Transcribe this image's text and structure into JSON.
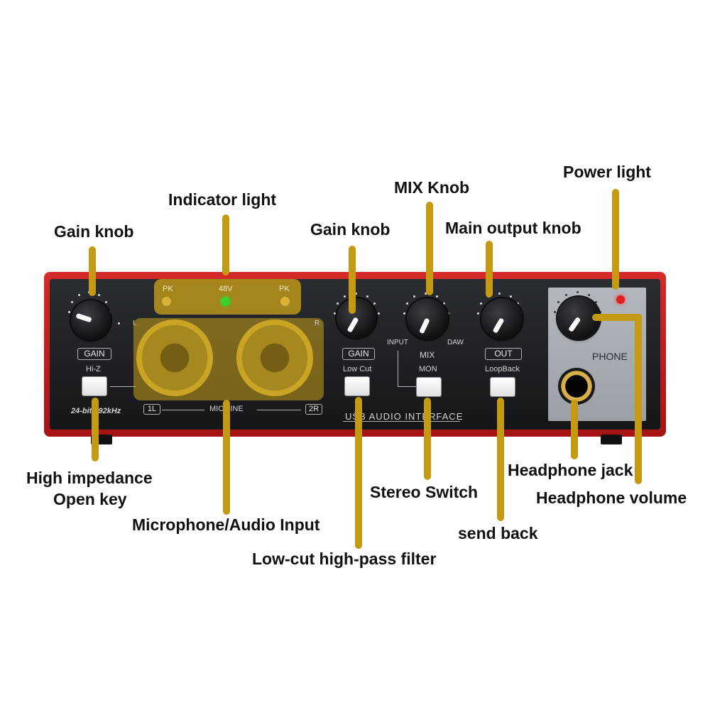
{
  "callouts": {
    "power_light": "Power light",
    "indicator_light": "Indicator light",
    "mix_knob": "MIX Knob",
    "gain_knob_left": "Gain knob",
    "gain_knob_right": "Gain knob",
    "main_output_knob": "Main output knob",
    "high_impedance_line1": "High impedance",
    "high_impedance_line2": "Open key",
    "mic_audio_input": "Microphone/Audio Input",
    "low_cut_filter": "Low-cut high-pass filter",
    "stereo_switch": "Stereo Switch",
    "send_back": "send back",
    "headphone_jack": "Headphone jack",
    "headphone_volume": "Headphone volume"
  },
  "device": {
    "pk_left": "PK",
    "v48": "48V",
    "pk_right": "PK",
    "l_mark": "L",
    "r_mark": "R",
    "gain_label": "GAIN",
    "gain_label_2": "GAIN",
    "hiz_label": "Hi-Z",
    "lowcut_label": "Low Cut",
    "input_label": "INPUT",
    "daw_label": "DAW",
    "mix_label": "MIX",
    "mon_label": "MON",
    "out_label": "OUT",
    "loopback_label": "LoopBack",
    "phone_label": "PHONE",
    "bitrate_label": "24-bit/192kHz",
    "ch1_label": "1L",
    "micline_label": "MIC/LINE",
    "ch2_label": "2R",
    "usb_label": "USB AUDIO INTERFACE"
  },
  "colors": {
    "callout_bar": "#c49a12",
    "chassis_red": "#c41f1f",
    "power_led": "#e02020",
    "led_48v": "#39d12b",
    "pk_led": "#d9b23a"
  }
}
